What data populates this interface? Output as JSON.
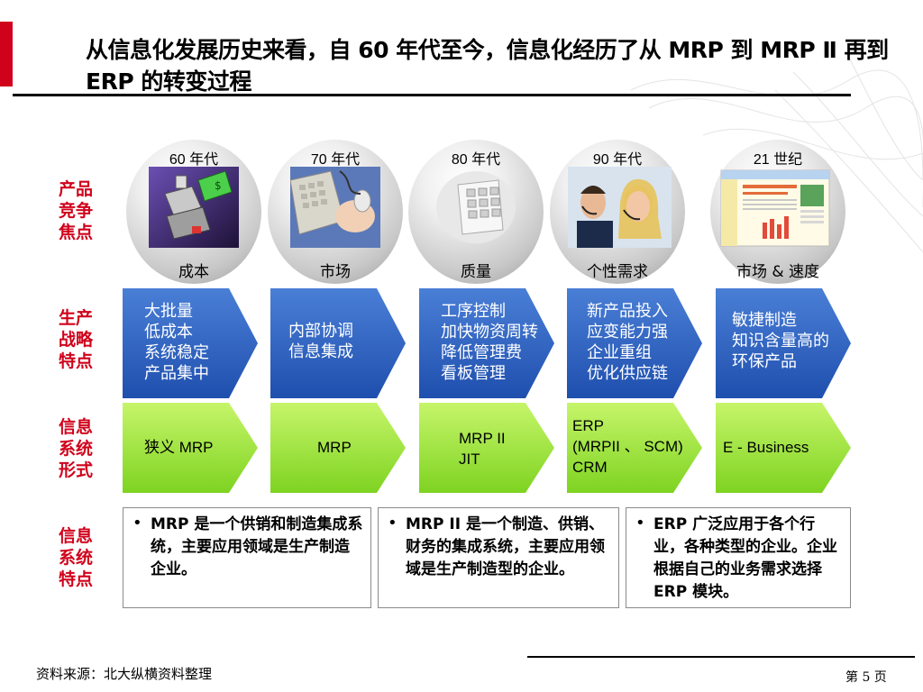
{
  "title": "从信息化发展历史来看，自 60 年代至今，信息化经历了从 MRP 到 MRP Ⅱ 再到 ERP 的转变过程",
  "row_labels": {
    "product": "产品\n竞争\n焦点",
    "strategy": "生产\n战略\n特点",
    "system": "信息\n系统\n形式",
    "features": "信息\n系统\n特点"
  },
  "eras": [
    {
      "year": "60 年代",
      "focus": "成本",
      "icon": "cash-register-icon"
    },
    {
      "year": "70 年代",
      "focus": "市场",
      "icon": "keyboard-mouse-icon"
    },
    {
      "year": "80 年代",
      "focus": "质量",
      "icon": "phone-keypad-icon"
    },
    {
      "year": "90 年代",
      "focus": "个性需求",
      "icon": "call-center-agents-icon"
    },
    {
      "year": "21 世纪",
      "focus": "市场 & 速度",
      "icon": "web-page-icon"
    }
  ],
  "strategies": [
    [
      "大批量",
      "低成本",
      "系统稳定",
      "产品集中"
    ],
    [
      "内部协调",
      "信息集成"
    ],
    [
      "工序控制",
      "加快物资周转",
      "降低管理费",
      "看板管理"
    ],
    [
      "新产品投入",
      "应变能力强",
      "企业重组",
      "优化供应链"
    ],
    [
      "敏捷制造",
      "知识含量高的",
      "环保产品"
    ]
  ],
  "systems": [
    [
      "狭义 MRP"
    ],
    [
      "MRP"
    ],
    [
      "MRP II",
      "JIT"
    ],
    [
      "ERP",
      "(MRPII 、 SCM)",
      "CRM"
    ],
    [
      "E  -  Business"
    ]
  ],
  "notes": [
    "MRP 是一个供销和制造集成系统，主要应用领域是生产制造企业。",
    "MRP II 是一个制造、供销、财务的集成系统，主要应用领域是生产制造型的企业。",
    "ERP 广泛应用于各个行业，各种类型的企业。企业根据自己的业务需求选择 ERP 模块。"
  ],
  "bullet": "•",
  "source": "资料来源：北大纵横资料整理",
  "page_number": "第  5  页",
  "colors": {
    "accent_red": "#d0021b",
    "strategy_blue_light": "#4a7fd6",
    "strategy_blue_dark": "#1f4fae",
    "system_green_light": "#c6f56a",
    "system_green_dark": "#7ed321"
  }
}
